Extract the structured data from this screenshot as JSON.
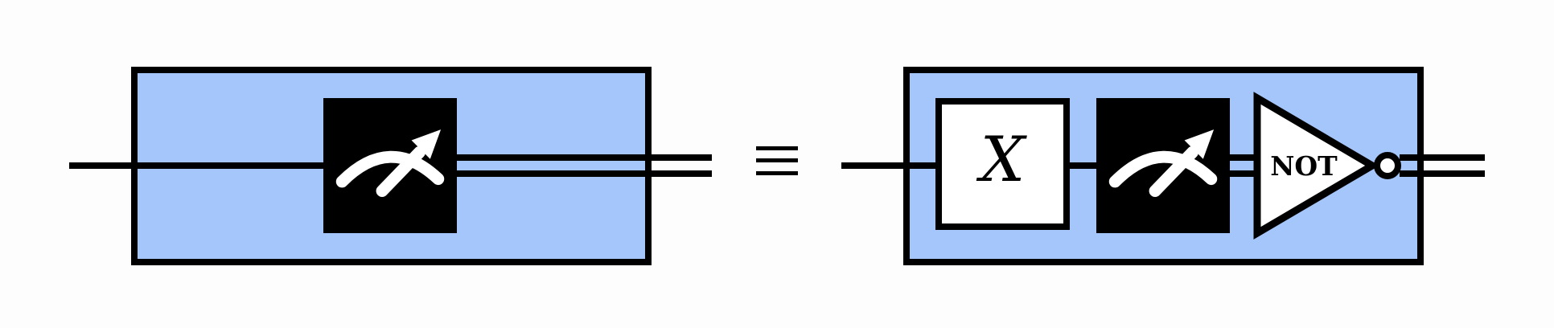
{
  "colors": {
    "background": "#fdfdfd",
    "line": "#000000",
    "highlight_box": "#a5c6fb",
    "measure_gate_fill": "#000000",
    "measure_icon": "#ffffff",
    "light_gate_fill": "#ffffff"
  },
  "equivalence_symbol": "≡",
  "lhs_circuit": {
    "input_wire": "single-quantum",
    "output_wire": "double-classical",
    "gates": [
      {
        "type": "measurement",
        "icon": "measure-gauge-icon"
      }
    ]
  },
  "rhs_circuit": {
    "input_wire": "single-quantum",
    "output_wire": "double-classical",
    "gates": [
      {
        "type": "pauli-x",
        "label": "X"
      },
      {
        "type": "measurement",
        "icon": "measure-gauge-icon"
      },
      {
        "type": "classical-not",
        "label": "NOT"
      }
    ]
  }
}
